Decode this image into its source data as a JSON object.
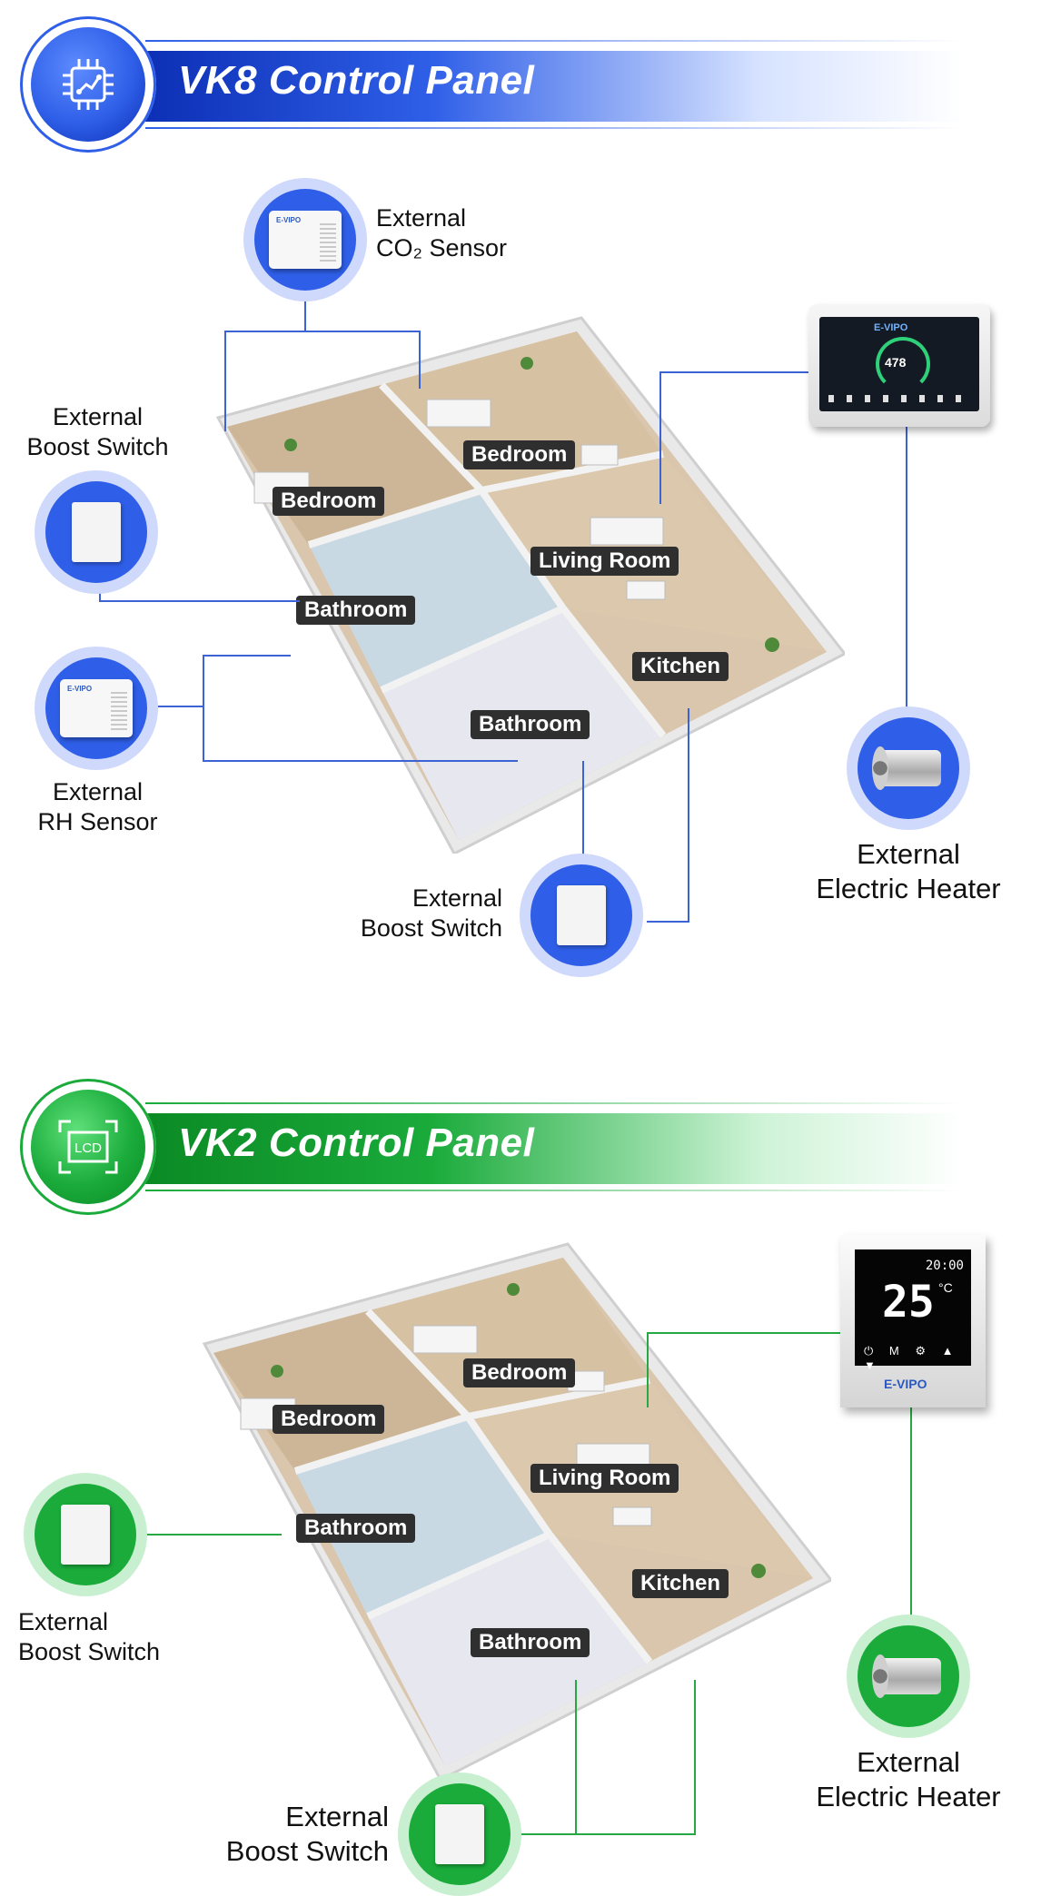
{
  "sections": {
    "vk8": {
      "title": "VK8 Control Panel",
      "rooms": [
        "Bedroom",
        "Bedroom",
        "Living Room",
        "Bathroom",
        "Kitchen",
        "Bathroom"
      ],
      "devices": {
        "co2_sensor": {
          "line1": "External",
          "line2": "CO₂ Sensor"
        },
        "boost_switch_left": {
          "line1": "External",
          "line2": "Boost Switch"
        },
        "rh_sensor": {
          "line1": "External",
          "line2": "RH Sensor"
        },
        "boost_switch_bottom": {
          "line1": "External",
          "line2": "Boost Switch"
        },
        "electric_heater": {
          "line1": "External",
          "line2": "Electric Heater"
        }
      },
      "controller": {
        "brand": "E-VIPO",
        "reading": "478"
      },
      "colors": {
        "main": "#2f5fe8",
        "deep": "#0c2fb5",
        "lite": "#5d8bff",
        "halo": "#cfd9fb",
        "line": "#3b63d6"
      }
    },
    "vk2": {
      "title": "VK2 Control Panel",
      "badge_icon_text": "LCD",
      "rooms": [
        "Bedroom",
        "Bedroom",
        "Living Room",
        "Bathroom",
        "Kitchen",
        "Bathroom"
      ],
      "devices": {
        "boost_switch_left": {
          "line1": "External",
          "line2": "Boost Switch"
        },
        "boost_switch_bottom": {
          "line1": "External",
          "line2": "Boost Switch"
        },
        "electric_heater": {
          "line1": "External",
          "line2": "Electric Heater"
        }
      },
      "controller": {
        "brand": "E-VIPO",
        "time": "20:00",
        "temperature": "25",
        "unit": "°C"
      },
      "colors": {
        "main": "#1aab3b",
        "deep": "#0b8a24",
        "lite": "#5fe07a",
        "halo": "#c9efd1",
        "line": "#27a844"
      }
    }
  }
}
